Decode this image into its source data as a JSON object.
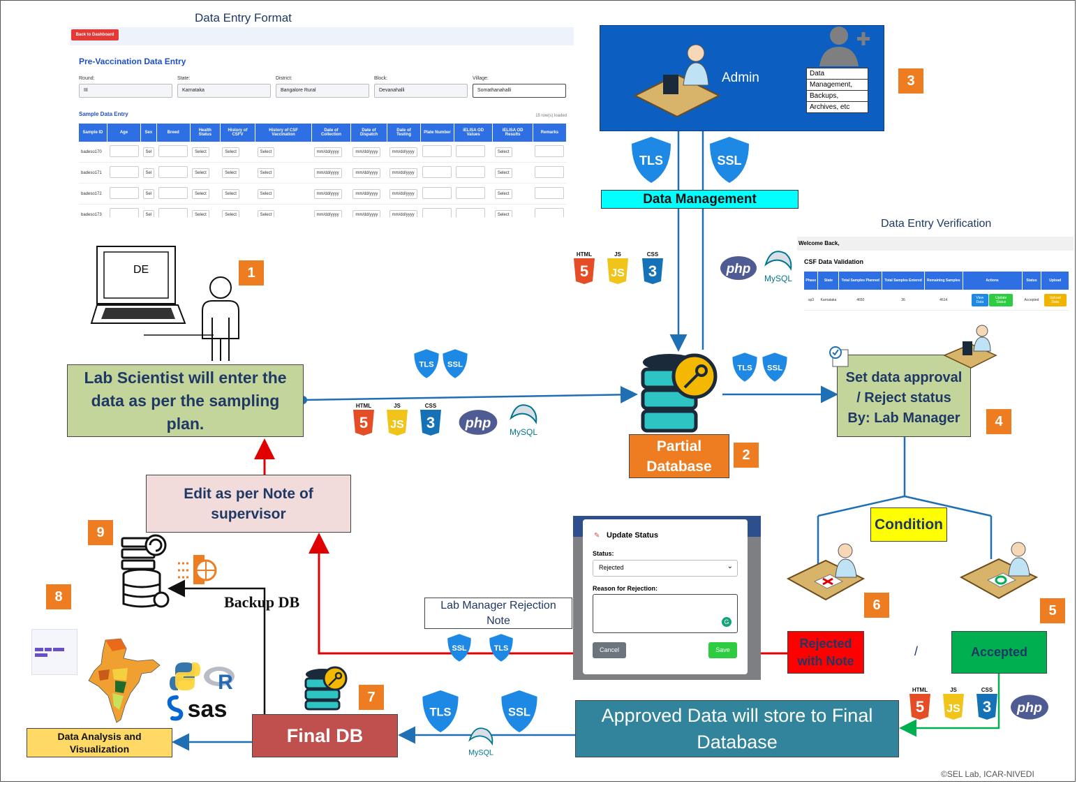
{
  "colors": {
    "orange": "#ee7d22",
    "blue_admin": "#0c5fc1",
    "green_box": "#c3d59b",
    "pink_box": "#f2dcdb",
    "cyan": "#00ffff",
    "yellow": "#ffff00",
    "final_db": "#c0504d",
    "teal": "#31849b",
    "red_reject": "#ff0000",
    "green_accept": "#00b050",
    "analysis": "#ffd966"
  },
  "titles": {
    "data_entry_format": "Data Entry Format",
    "data_entry_verification": "Data Entry Verification"
  },
  "entry_form": {
    "back_button": "Back to Dashboard",
    "heading": "Pre-Vaccination Data Entry",
    "fields": [
      {
        "label": "Round:",
        "value": "III"
      },
      {
        "label": "State:",
        "value": "Karnataka"
      },
      {
        "label": "District:",
        "value": "Bangalore Rural"
      },
      {
        "label": "Block:",
        "value": "Devanahalli"
      },
      {
        "label": "Village:",
        "value": "Somathanahalli"
      }
    ],
    "sample_heading": "Sample Data Entry",
    "rows_loaded": "15 row(s) loaded",
    "columns": [
      "Sample ID",
      "Age",
      "Sex",
      "Breed",
      "Health Status",
      "History of CSFV",
      "History of CSF Vaccination",
      "Date of Collection",
      "Date of Dispatch",
      "Date of Testing",
      "Plate Number",
      "iELISA OD Values",
      "iELISA OD Results",
      "Remarks"
    ],
    "rows": [
      "badeso170",
      "badeso171",
      "badeso172",
      "badeso173"
    ],
    "sex_placeholder": "Sel",
    "select_placeholder": "Select",
    "date_placeholder": "mm/dd/yyyy"
  },
  "admin": {
    "label": "Admin",
    "list": [
      "Data",
      "Management,",
      "Backups,",
      "Archives, etc"
    ]
  },
  "badges": {
    "tls": "TLS",
    "ssl": "SSL"
  },
  "tech": {
    "html": "HTML",
    "js": "JS",
    "css": "CSS",
    "html_num": "5",
    "js_num": "JS",
    "css_num": "3",
    "php": "php",
    "mysql": "MySQL"
  },
  "data_management": "Data Management",
  "verification": {
    "welcome": "Welcome Back,",
    "heading": "CSF Data Validation",
    "columns": [
      "Phase",
      "State",
      "Total Samples Planned",
      "Total Samples Entered",
      "Remaining Samples",
      "Actions",
      "Status",
      "Upload"
    ],
    "row": [
      "sp3",
      "Karnataka",
      "4650",
      "36",
      "4614"
    ],
    "view_btn": "View Data",
    "update_btn": "Update Status",
    "status": "Accepted",
    "upload_btn": "Upload Data"
  },
  "de_label": "DE",
  "lab_scientist": "Lab Scientist will enter the data as per the sampling plan.",
  "partial_db": "Partial Database",
  "set_approval": "Set data approval / Reject status By: Lab Manager",
  "edit_note": "Edit as per Note of supervisor",
  "condition": "Condition",
  "modal": {
    "title": "Update Status",
    "status_label": "Status:",
    "status_value": "Rejected",
    "reason_label": "Reason for Rejection:",
    "cancel": "Cancel",
    "save": "Save"
  },
  "rejection_note": "Lab Manager Rejection Note",
  "rejected": "Rejected with Note",
  "slash": "/",
  "accepted": "Accepted",
  "approved": "Approved Data will store to Final Database",
  "backup_db": "Backup DB",
  "final_db": "Final DB",
  "analysis": "Data Analysis and Visualization",
  "sas": "sas",
  "r": "R",
  "copyright": "©SEL Lab, ICAR-NIVEDI",
  "numbers": [
    "1",
    "2",
    "3",
    "4",
    "5",
    "6",
    "7",
    "8",
    "9"
  ]
}
